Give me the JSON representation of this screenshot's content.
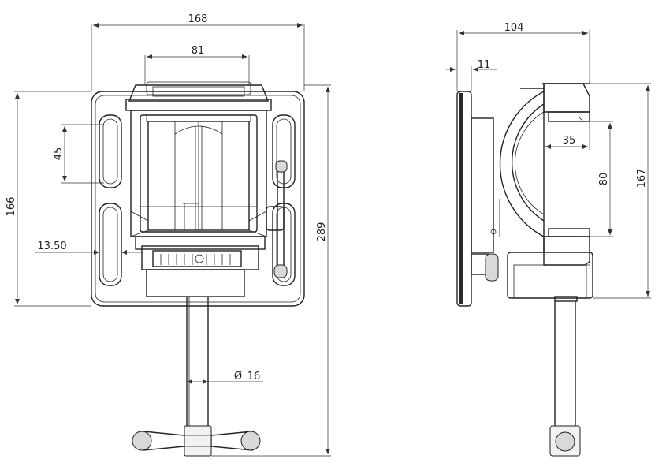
{
  "dimensions": {
    "front_width": "168",
    "jaw_width": "81",
    "slot_length": "45",
    "height": "166",
    "slot_offset": "13.50",
    "overall_height": "289",
    "rod_diameter": "16",
    "side_depth": "104",
    "plate_thickness": "11",
    "inner_depth": "35",
    "jaw_opening": "80",
    "side_height": "167"
  },
  "symbols": {
    "diameter": "Ø"
  }
}
